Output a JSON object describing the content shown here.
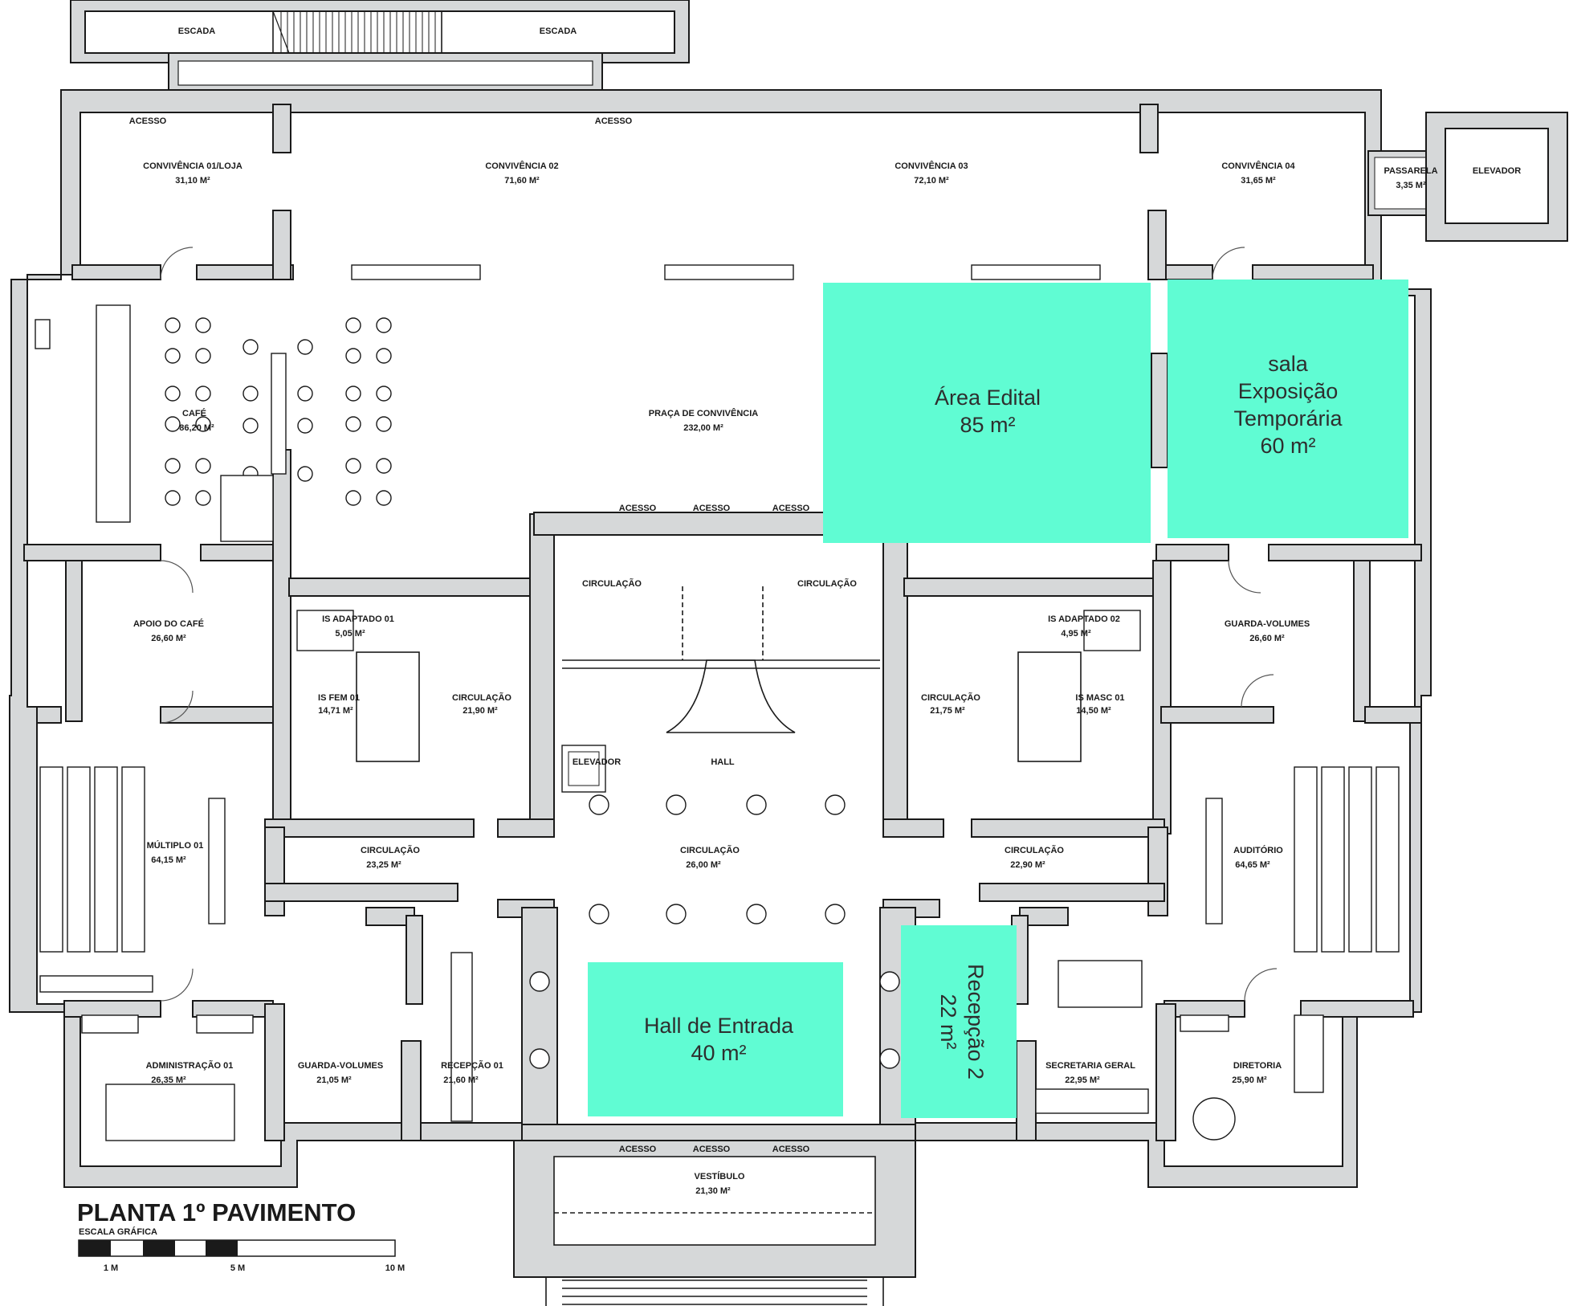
{
  "plan": {
    "title": "PLANTA 1º  PAVIMENTO",
    "scale_label": "ESCALA GRÁFICA",
    "scale_ticks": [
      "1 M",
      "5 M",
      "10 M"
    ]
  },
  "rooms": {
    "escada_1": {
      "name": "ESCADA"
    },
    "escada_2": {
      "name": "ESCADA"
    },
    "acesso_n1": {
      "name": "ACESSO"
    },
    "acesso_n2": {
      "name": "ACESSO"
    },
    "convivencia_01": {
      "name": "CONVIVÊNCIA 01/LOJA",
      "area": "31,10 M²"
    },
    "convivencia_02": {
      "name": "CONVIVÊNCIA 02",
      "area": "71,60 M²"
    },
    "convivencia_03": {
      "name": "CONVIVÊNCIA 03",
      "area": "72,10 M²"
    },
    "convivencia_04": {
      "name": "CONVIVÊNCIA 04",
      "area": "31,65 M²"
    },
    "passarela": {
      "name": "PASSARELA",
      "area": "3,35 M²"
    },
    "elevador_ext": {
      "name": "ELEVADOR"
    },
    "cafe": {
      "name": "CAFÉ",
      "area": "86,20 M²"
    },
    "praca": {
      "name": "PRAÇA DE CONVIVÊNCIA",
      "area": "232,00 M²"
    },
    "acesso_h1": {
      "name": "ACESSO"
    },
    "acesso_h2": {
      "name": "ACESSO"
    },
    "acesso_h3": {
      "name": "ACESSO"
    },
    "circ_hall_l": {
      "name": "CIRCULAÇÃO"
    },
    "circ_hall_r": {
      "name": "CIRCULAÇÃO"
    },
    "apoio_cafe": {
      "name": "APOIO DO CAFÉ",
      "area": "26,60 M²"
    },
    "is_adapt_01": {
      "name": "IS ADAPTADO 01",
      "area": "5,05 M²"
    },
    "is_fem_01": {
      "name": "IS FEM 01",
      "area": "14,71 M²"
    },
    "circ_l": {
      "name": "CIRCULAÇÃO",
      "area": "21,90 M²"
    },
    "elevador_int": {
      "name": "ELEVADOR"
    },
    "hall": {
      "name": "HALL"
    },
    "circ_r": {
      "name": "CIRCULAÇÃO",
      "area": "21,75 M²"
    },
    "is_adapt_02": {
      "name": "IS ADAPTADO 02",
      "area": "4,95 M²"
    },
    "is_masc_01": {
      "name": "IS MASC 01",
      "area": "14,50 M²"
    },
    "guarda_vol_r": {
      "name": "GUARDA-VOLUMES",
      "area": "26,60 M²"
    },
    "multiplo": {
      "name": "MÚLTIPLO 01",
      "area": "64,15 M²"
    },
    "circ_m1": {
      "name": "CIRCULAÇÃO",
      "area": "23,25 M²"
    },
    "circ_m2": {
      "name": "CIRCULAÇÃO",
      "area": "26,00 M²"
    },
    "circ_m3": {
      "name": "CIRCULAÇÃO",
      "area": "22,90 M²"
    },
    "auditorio": {
      "name": "AUDITÓRIO",
      "area": "64,65 M²"
    },
    "administracao": {
      "name": "ADMINISTRAÇÃO 01",
      "area": "26,35 M²"
    },
    "guarda_vol_l": {
      "name": "GUARDA-VOLUMES",
      "area": "21,05 M²"
    },
    "recepcao_01": {
      "name": "RECEPÇÃO 01",
      "area": "21,60 M²"
    },
    "secretaria": {
      "name": "SECRETARIA GERAL",
      "area": "22,95 M²"
    },
    "diretoria": {
      "name": "DIRETORIA",
      "area": "25,90 M²"
    },
    "acesso_v1": {
      "name": "ACESSO"
    },
    "acesso_v2": {
      "name": "ACESSO"
    },
    "acesso_v3": {
      "name": "ACESSO"
    },
    "vestibulo": {
      "name": "VESTÍBULO",
      "area": "21,30 M²"
    }
  },
  "highlights": {
    "area_edital": {
      "line1": "Área Edital",
      "line2": "85 m²"
    },
    "sala_expo": {
      "line1": "sala",
      "line2": "Exposição",
      "line3": "Temporária",
      "line4": "60 m²"
    },
    "hall_entrada": {
      "line1": "Hall de Entrada",
      "line2": "40 m²"
    },
    "recepcao_2": {
      "line1": "Recepção 2",
      "line2": "22 m²"
    },
    "color": "#60fcd3"
  }
}
